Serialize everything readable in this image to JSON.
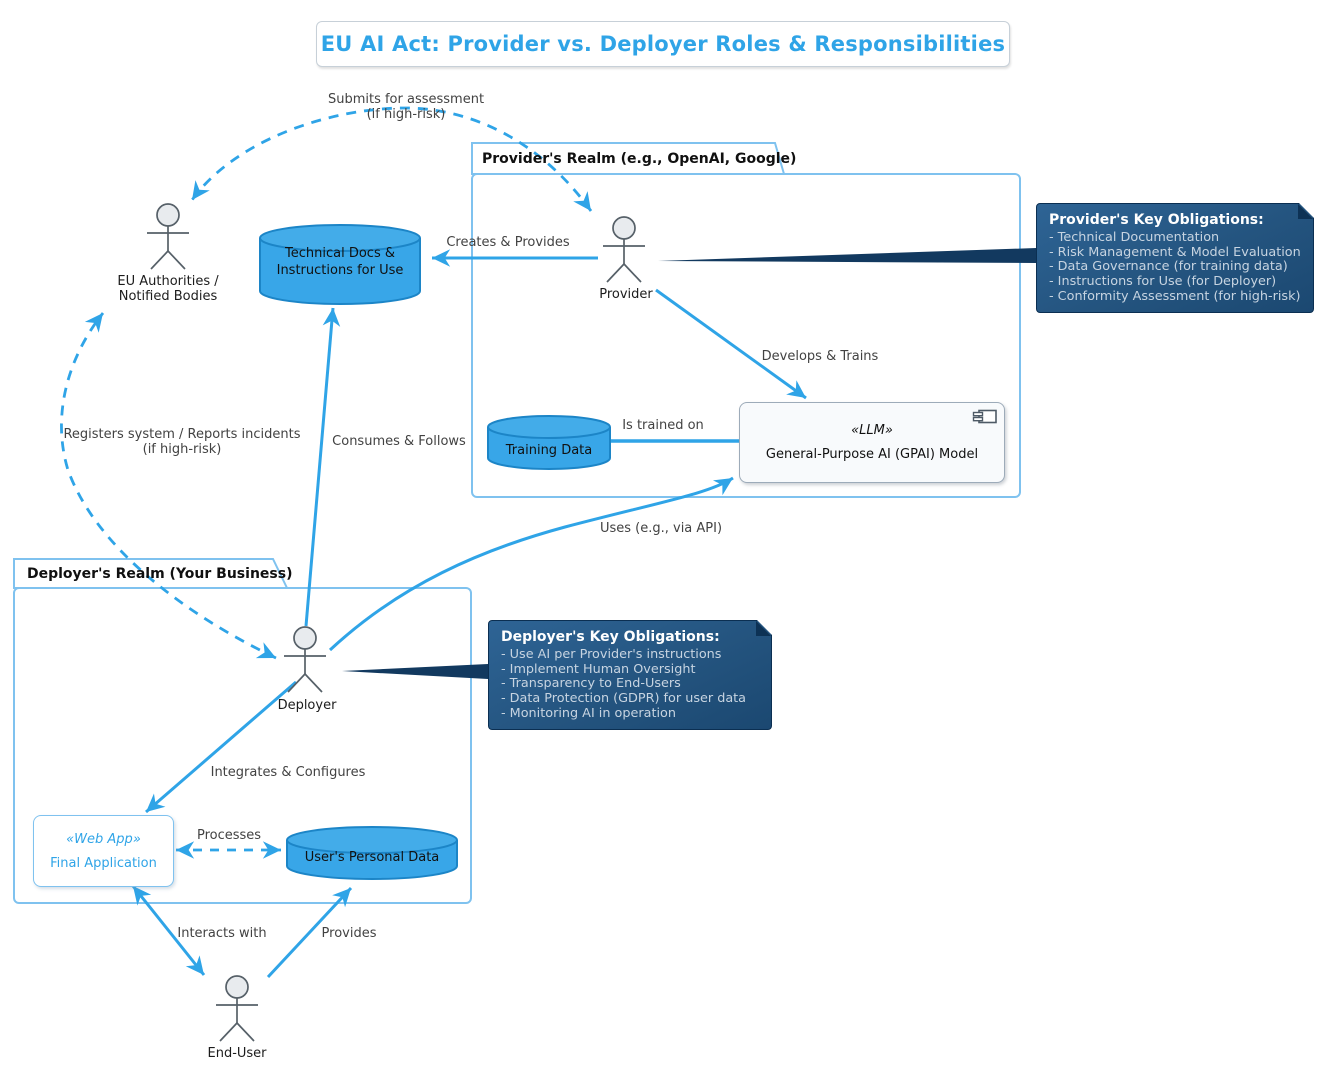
{
  "title": {
    "text": "EU AI Act: Provider vs. Deployer Roles & Responsibilities"
  },
  "colors": {
    "accent": "#2FA4E7",
    "package_border": "#7fc2ef",
    "cylinder_fill": "#38a6e8",
    "cylinder_border": "#1c85c7",
    "note_bg_dark": "#1b4871",
    "note_bg_light": "#2e6495",
    "note_border": "#0b2f52",
    "component_border": "#9dabb9",
    "actor_stroke": "#566068",
    "label_text": "#424242"
  },
  "packages": {
    "provider": {
      "label": "Provider's Realm (e.g., OpenAI, Google)"
    },
    "deployer": {
      "label": "Deployer's Realm (Your Business)"
    }
  },
  "actors": {
    "eu": {
      "line1": "EU Authorities /",
      "line2": "Notified Bodies"
    },
    "provider": {
      "label": "Provider"
    },
    "deployer": {
      "label": "Deployer"
    },
    "end_user": {
      "label": "End-User"
    }
  },
  "nodes": {
    "tech_docs": {
      "line1": "Technical Docs &",
      "line2": "Instructions for Use"
    },
    "training": {
      "label": "Training Data"
    },
    "gpai": {
      "stereotype": "«LLM»",
      "name": "General-Purpose AI (GPAI) Model"
    },
    "webapp": {
      "stereotype": "«Web App»",
      "name": "Final Application"
    },
    "user_data": {
      "label": "User's Personal Data"
    }
  },
  "notes": {
    "provider": {
      "title": "Provider's Key Obligations:",
      "items": [
        "- Technical Documentation",
        "- Risk Management & Model Evaluation",
        "- Data Governance (for training data)",
        "- Instructions for Use (for Deployer)",
        "- Conformity Assessment (for high-risk)"
      ]
    },
    "deployer": {
      "title": "Deployer's Key Obligations:",
      "items": [
        "- Use AI per Provider's instructions",
        "- Implement Human Oversight",
        "- Transparency to End-Users",
        "- Data Protection (GDPR) for user data",
        "- Monitoring AI in operation"
      ]
    }
  },
  "edges": {
    "submits": {
      "label": "Submits for assessment",
      "label2": "(if high-risk)"
    },
    "creates": {
      "label": "Creates & Provides"
    },
    "develops": {
      "label": "Develops & Trains"
    },
    "trained": {
      "label": "Is trained on"
    },
    "consumes": {
      "label": "Consumes & Follows"
    },
    "registers": {
      "label": "Registers system / Reports incidents",
      "label2": "(if high-risk)"
    },
    "uses": {
      "label": "Uses (e.g., via API)"
    },
    "integrates": {
      "label": "Integrates & Configures"
    },
    "processes": {
      "label": "Processes"
    },
    "interacts": {
      "label": "Interacts with"
    },
    "provides": {
      "label": "Provides"
    }
  }
}
